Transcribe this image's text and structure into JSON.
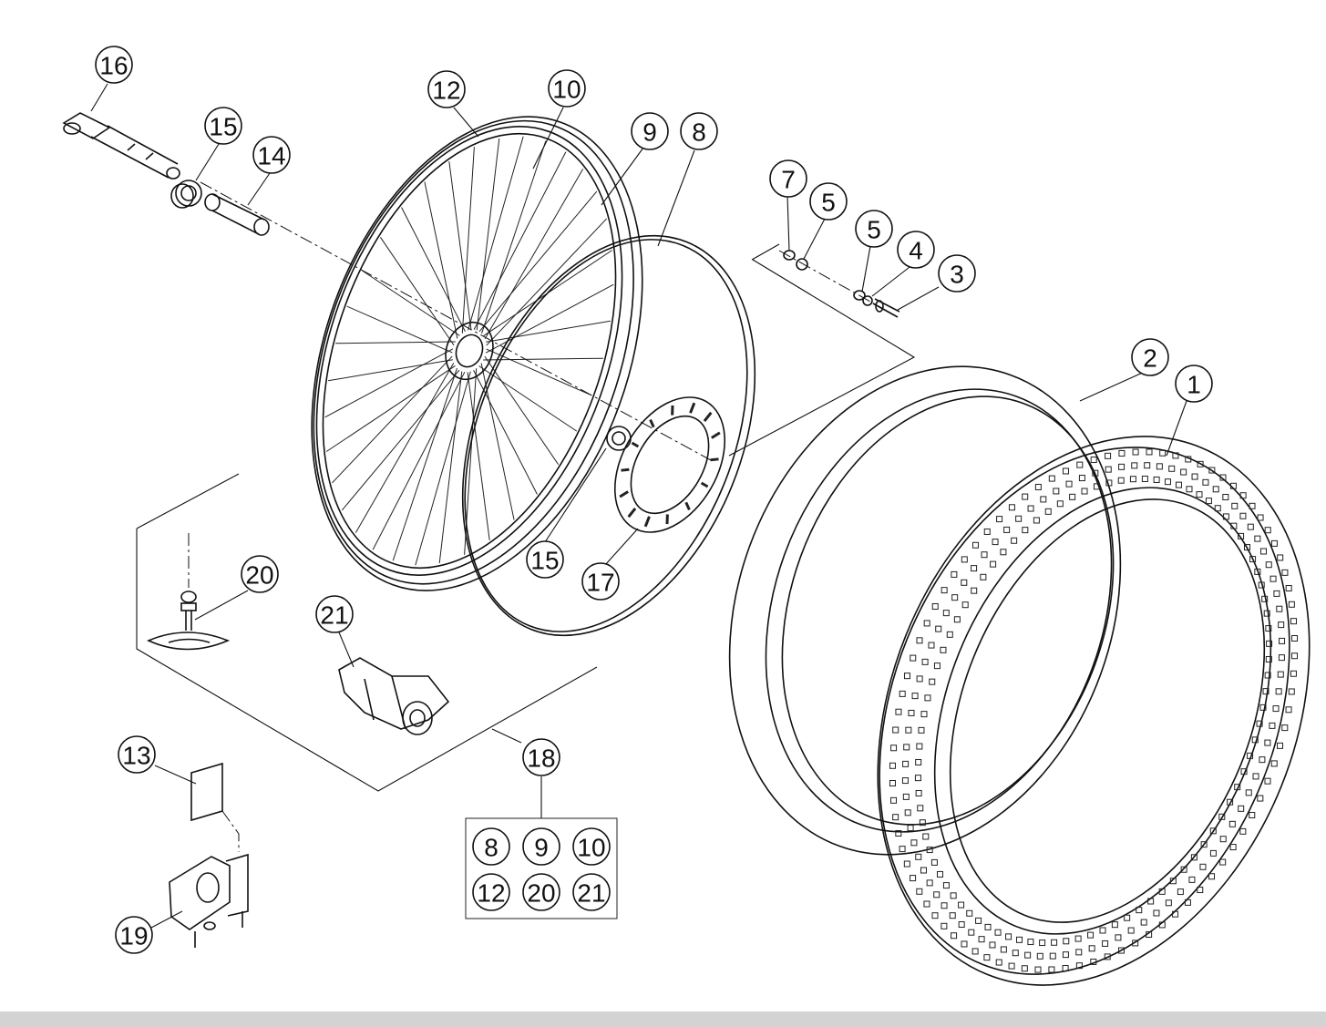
{
  "diagram": {
    "callouts": [
      "16",
      "15",
      "14",
      "12",
      "10",
      "9",
      "8",
      "7",
      "5",
      "5",
      "4",
      "3",
      "2",
      "1",
      "20",
      "21",
      "15",
      "17",
      "13",
      "18",
      "19"
    ],
    "kit_box": {
      "row1": [
        "8",
        "9",
        "10"
      ],
      "row2": [
        "12",
        "20",
        "21"
      ]
    }
  }
}
